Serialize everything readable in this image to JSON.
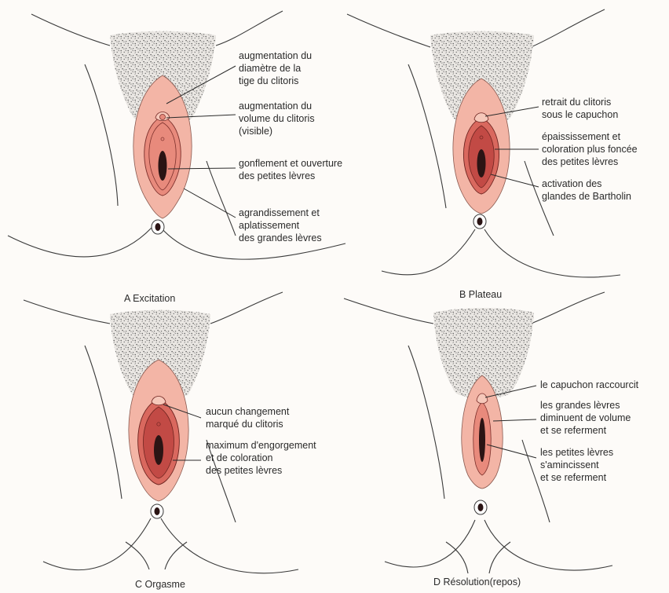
{
  "figure": {
    "panels": [
      {
        "id": "A",
        "caption": "A  Excitation",
        "labels": [
          [
            "augmentation du",
            "diamètre de la",
            "tige du clitoris"
          ],
          [
            "augmentation du",
            "volume du clitoris",
            "(visible)"
          ],
          [
            "gonflement et ouverture",
            "des petites lèvres"
          ],
          [
            "agrandissement et",
            "aplatissement",
            "des grandes lèvres"
          ]
        ]
      },
      {
        "id": "B",
        "caption": "B  Plateau",
        "labels": [
          [
            "retrait du clitoris",
            "sous le capuchon"
          ],
          [
            "épaississement et",
            "coloration plus foncée",
            "des petites lèvres"
          ],
          [
            "activation des",
            "glandes de Bartholin"
          ]
        ]
      },
      {
        "id": "C",
        "caption": "C  Orgasme",
        "labels": [
          [
            "aucun changement",
            "marqué du clitoris"
          ],
          [
            "maximum d'engorgement",
            "et de coloration",
            "des petites lèvres"
          ]
        ]
      },
      {
        "id": "D",
        "caption": "D  Résolution(repos)",
        "labels": [
          [
            "le capuchon raccourcit"
          ],
          [
            "les grandes lèvres",
            "diminuent de volume",
            "et se referment"
          ],
          [
            "les petites lèvres",
            "s'amincissent",
            "et se referment"
          ]
        ]
      }
    ]
  },
  "colors": {
    "outer_labia": "#f3b5a6",
    "inner_labia": "#e88a7c",
    "inner_dark": "#c24a45",
    "opening": "#2b1414",
    "hair": "#555555",
    "background": "#fdfbf8"
  }
}
